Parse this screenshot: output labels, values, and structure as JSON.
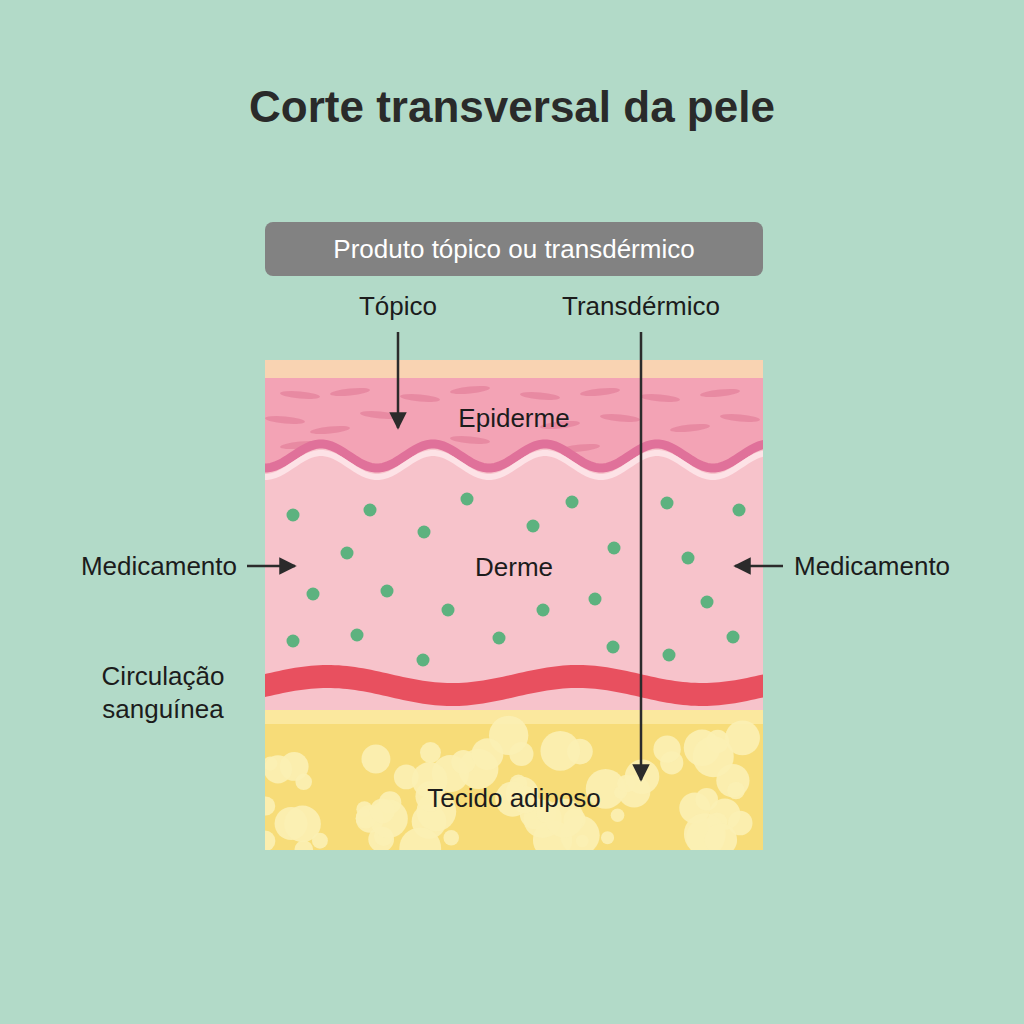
{
  "diagram": {
    "title": "Corte transversal da pele",
    "nodes": [
      {
        "text": [
          "Produto tópico ou transdérmico"
        ]
      },
      {
        "text": [
          "Epiderme"
        ]
      },
      {
        "text": [
          "Derme"
        ]
      },
      {
        "text": [
          "Tecido adiposo"
        ]
      }
    ],
    "labels": [
      "Tópico",
      "Transdérmico",
      "Medicamento",
      "Medicamento",
      "Circulação sanguínea"
    ]
  }
}
